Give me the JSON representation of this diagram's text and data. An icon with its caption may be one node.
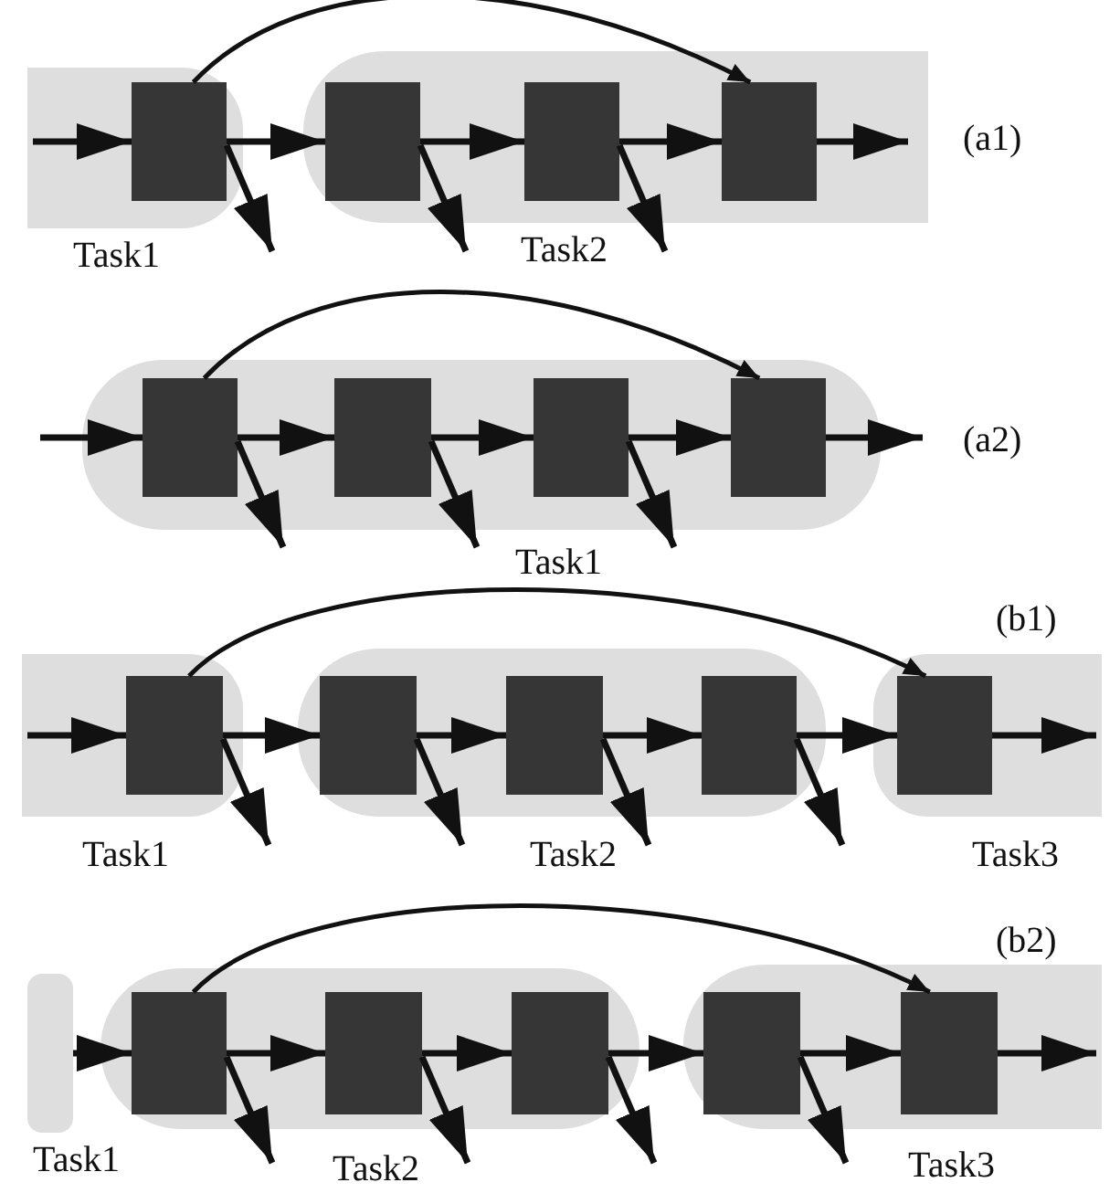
{
  "diagram": {
    "nodes": [
      {
        "text": [
          "Task1"
        ]
      },
      {
        "text": [],
        "shape": "box",
        "in": 0
      },
      {
        "text": [
          "Task2"
        ]
      },
      {
        "text": [],
        "shape": "box",
        "in": 2
      },
      {
        "text": [],
        "shape": "box",
        "in": 2
      },
      {
        "text": [],
        "shape": "box",
        "in": 2
      },
      {
        "text": [
          "Task1"
        ]
      },
      {
        "text": [],
        "shape": "box",
        "in": 6
      },
      {
        "text": [],
        "shape": "box",
        "in": 6
      },
      {
        "text": [],
        "shape": "box",
        "in": 6
      },
      {
        "text": [],
        "shape": "box",
        "in": 6
      },
      {
        "text": [
          "Task1"
        ]
      },
      {
        "text": [],
        "shape": "box",
        "in": 11
      },
      {
        "text": [
          "Task2"
        ]
      },
      {
        "text": [],
        "shape": "box",
        "in": 13
      },
      {
        "text": [],
        "shape": "box",
        "in": 13
      },
      {
        "text": [],
        "shape": "box",
        "in": 13
      },
      {
        "text": [
          "Task3"
        ]
      },
      {
        "text": [],
        "shape": "box",
        "in": 17
      },
      {
        "text": [
          "Task1"
        ]
      },
      {
        "text": [
          "Task2"
        ]
      },
      {
        "text": [],
        "shape": "box",
        "in": 20
      },
      {
        "text": [],
        "shape": "box",
        "in": 20
      },
      {
        "text": [],
        "shape": "box",
        "in": 20
      },
      {
        "text": [
          "Task3"
        ]
      },
      {
        "text": [],
        "shape": "box",
        "in": 24
      },
      {
        "text": [],
        "shape": "box",
        "in": 24
      }
    ],
    "edges": [
      {
        "from": null,
        "to": 1,
        "arrow": "to"
      },
      {
        "from": 1,
        "to": 3,
        "arrow": "to"
      },
      {
        "from": 1,
        "to": null,
        "arrow": "to"
      },
      {
        "from": 3,
        "to": 4,
        "arrow": "to"
      },
      {
        "from": 3,
        "to": null,
        "arrow": "to"
      },
      {
        "from": 4,
        "to": 5,
        "arrow": "to"
      },
      {
        "from": 4,
        "to": null,
        "arrow": "to"
      },
      {
        "from": 5,
        "to": null,
        "arrow": "to"
      },
      {
        "from": 1,
        "to": 5,
        "arrow": "to"
      },
      {
        "from": null,
        "to": 7,
        "arrow": "to"
      },
      {
        "from": 7,
        "to": 8,
        "arrow": "to"
      },
      {
        "from": 7,
        "to": null,
        "arrow": "to"
      },
      {
        "from": 8,
        "to": 9,
        "arrow": "to"
      },
      {
        "from": 8,
        "to": null,
        "arrow": "to"
      },
      {
        "from": 9,
        "to": 10,
        "arrow": "to"
      },
      {
        "from": 9,
        "to": null,
        "arrow": "to"
      },
      {
        "from": 10,
        "to": null,
        "arrow": "to"
      },
      {
        "from": 7,
        "to": 10,
        "arrow": "to"
      },
      {
        "from": null,
        "to": 12,
        "arrow": "to"
      },
      {
        "from": 12,
        "to": 14,
        "arrow": "to"
      },
      {
        "from": 12,
        "to": null,
        "arrow": "to"
      },
      {
        "from": 14,
        "to": 15,
        "arrow": "to"
      },
      {
        "from": 14,
        "to": null,
        "arrow": "to"
      },
      {
        "from": 15,
        "to": 16,
        "arrow": "to"
      },
      {
        "from": 15,
        "to": null,
        "arrow": "to"
      },
      {
        "from": 16,
        "to": 18,
        "arrow": "to"
      },
      {
        "from": 16,
        "to": null,
        "arrow": "to"
      },
      {
        "from": 18,
        "to": null,
        "arrow": "to"
      },
      {
        "from": 12,
        "to": 18,
        "arrow": "to"
      },
      {
        "from": 19,
        "to": 21,
        "arrow": "to"
      },
      {
        "from": 21,
        "to": 22,
        "arrow": "to"
      },
      {
        "from": 21,
        "to": null,
        "arrow": "to"
      },
      {
        "from": 22,
        "to": 23,
        "arrow": "to"
      },
      {
        "from": 22,
        "to": null,
        "arrow": "to"
      },
      {
        "from": 23,
        "to": 25,
        "arrow": "to"
      },
      {
        "from": 23,
        "to": null,
        "arrow": "to"
      },
      {
        "from": 25,
        "to": 26,
        "arrow": "to"
      },
      {
        "from": 25,
        "to": null,
        "arrow": "to"
      },
      {
        "from": 26,
        "to": null,
        "arrow": "to"
      },
      {
        "from": 21,
        "to": 26,
        "arrow": "to"
      }
    ],
    "labels": [
      "(a1)",
      "(a2)",
      "(b1)",
      "(b2)"
    ]
  }
}
